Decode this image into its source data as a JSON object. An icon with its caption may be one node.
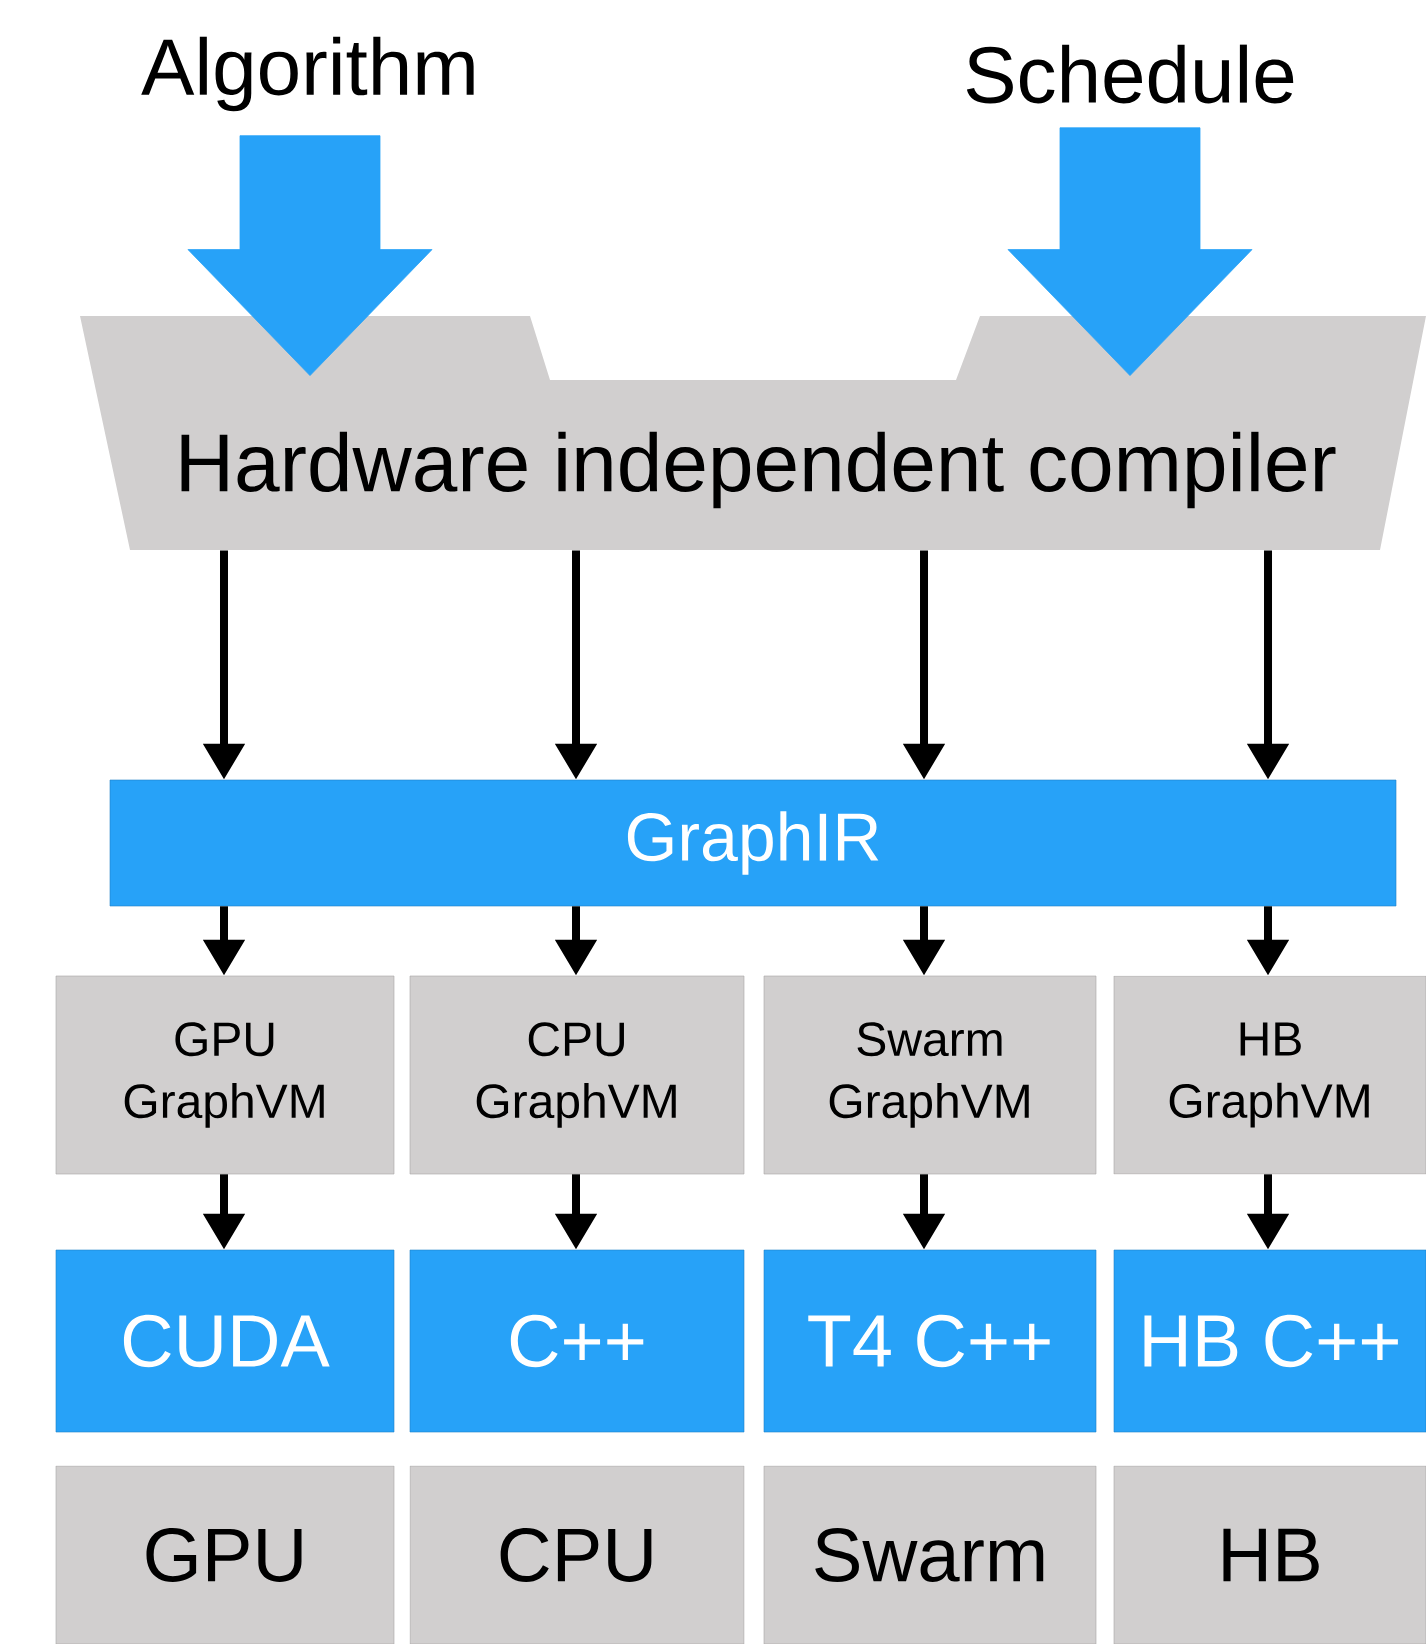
{
  "diagram": {
    "nodes": [
      {
        "text": [
          "Algorithm"
        ]
      },
      {
        "text": [
          "Schedule"
        ]
      },
      {
        "text": [
          "Hardware independent compiler"
        ]
      },
      {
        "text": [
          "GraphIR"
        ]
      },
      {
        "text": [
          "GPU GraphVM"
        ]
      },
      {
        "text": [
          "CPU GraphVM"
        ]
      },
      {
        "text": [
          "Swarm GraphVM"
        ]
      },
      {
        "text": [
          "HB GraphVM"
        ]
      },
      {
        "text": [
          "CUDA"
        ]
      },
      {
        "text": [
          "C++"
        ]
      },
      {
        "text": [
          "T4 C++"
        ]
      },
      {
        "text": [
          "HB C++"
        ]
      },
      {
        "text": [
          "GPU"
        ]
      },
      {
        "text": [
          "CPU"
        ]
      },
      {
        "text": [
          "Swarm"
        ]
      },
      {
        "text": [
          "HB"
        ]
      }
    ],
    "edges": [
      {
        "from": 0,
        "to": 2,
        "arrow": "to",
        "style": "thick",
        "color": "#27a2f8"
      },
      {
        "from": 1,
        "to": 2,
        "arrow": "to",
        "style": "thick",
        "color": "#27a2f8"
      },
      {
        "from": 2,
        "to": 3,
        "arrow": "to"
      },
      {
        "from": 2,
        "to": 3,
        "arrow": "to"
      },
      {
        "from": 2,
        "to": 3,
        "arrow": "to"
      },
      {
        "from": 2,
        "to": 3,
        "arrow": "to"
      },
      {
        "from": 3,
        "to": 4,
        "arrow": "to"
      },
      {
        "from": 3,
        "to": 5,
        "arrow": "to"
      },
      {
        "from": 3,
        "to": 6,
        "arrow": "to"
      },
      {
        "from": 3,
        "to": 7,
        "arrow": "to"
      },
      {
        "from": 4,
        "to": 8,
        "arrow": "to"
      },
      {
        "from": 5,
        "to": 9,
        "arrow": "to"
      },
      {
        "from": 6,
        "to": 10,
        "arrow": "to"
      },
      {
        "from": 7,
        "to": 11,
        "arrow": "to"
      }
    ]
  }
}
